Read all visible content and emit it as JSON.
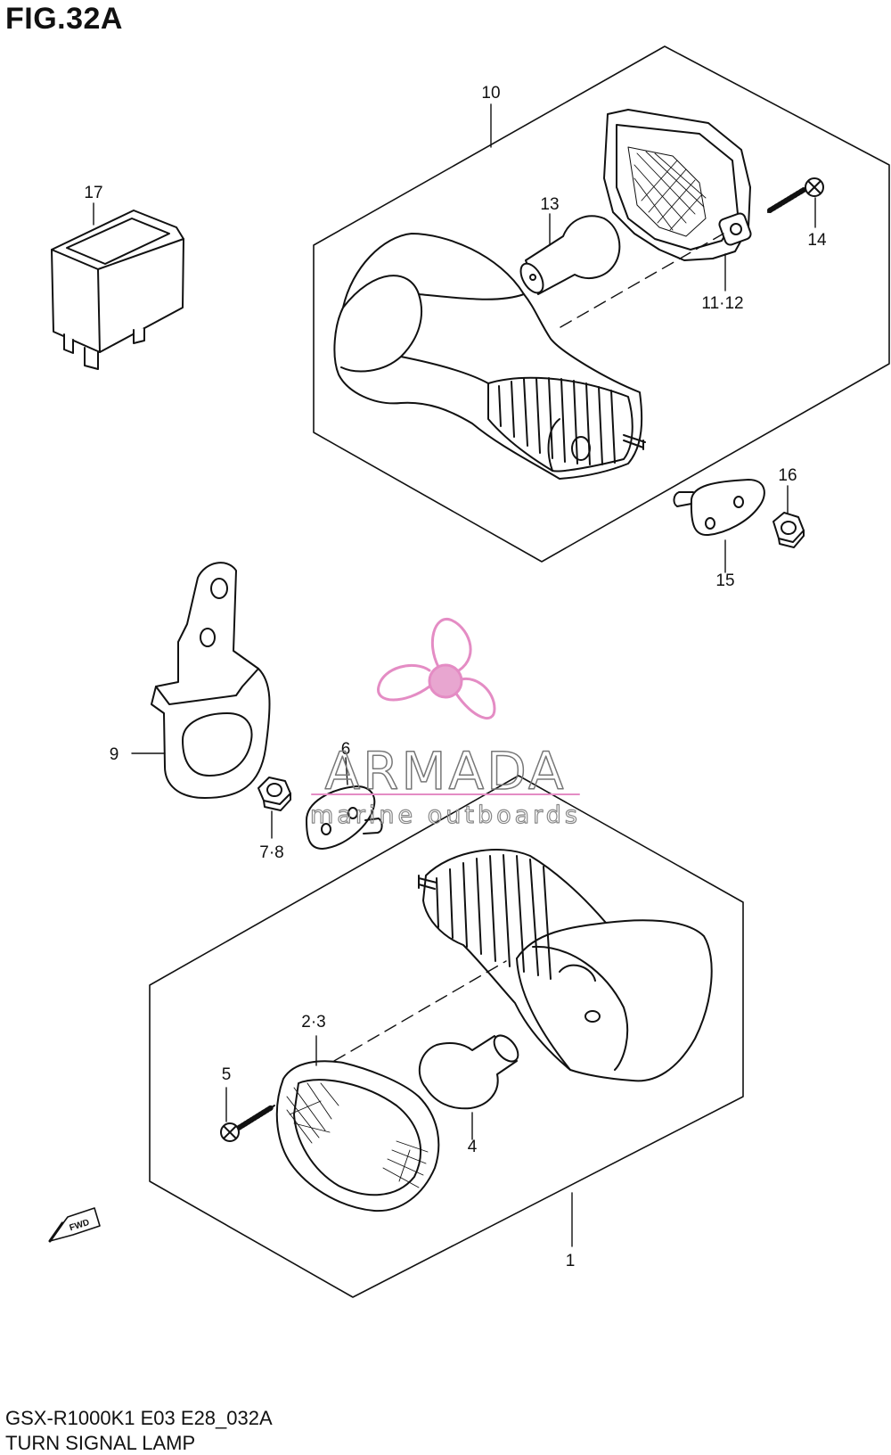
{
  "figure": {
    "title": "FIG.32A",
    "model_code": "GSX-R1000K1 E03 E28_032A",
    "part_name": "TURN SIGNAL LAMP"
  },
  "callouts": [
    {
      "id": "c1",
      "label": "1"
    },
    {
      "id": "c2",
      "label": "2·3"
    },
    {
      "id": "c4",
      "label": "4"
    },
    {
      "id": "c5",
      "label": "5"
    },
    {
      "id": "c6",
      "label": "6"
    },
    {
      "id": "c7",
      "label": "7·8"
    },
    {
      "id": "c9",
      "label": "9"
    },
    {
      "id": "c10",
      "label": "10"
    },
    {
      "id": "c11",
      "label": "11·12"
    },
    {
      "id": "c13",
      "label": "13"
    },
    {
      "id": "c14",
      "label": "14"
    },
    {
      "id": "c15",
      "label": "15"
    },
    {
      "id": "c16",
      "label": "16"
    },
    {
      "id": "c17",
      "label": "17"
    }
  ],
  "direction_badge": "FWD",
  "watermark": {
    "brand": "ARMADA",
    "tagline": "marine outboards",
    "color": "#e48cc4"
  },
  "colors": {
    "line": "#111111",
    "background": "#ffffff"
  }
}
